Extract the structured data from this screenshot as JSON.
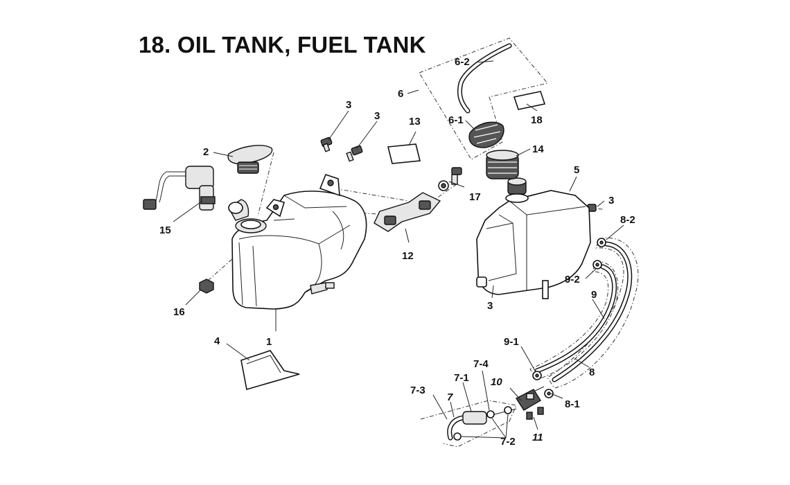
{
  "title": "18. OIL TANK, FUEL TANK",
  "callouts": {
    "c1": "1",
    "c2": "2",
    "c3a": "3",
    "c3b": "3",
    "c3c": "3",
    "c3d": "3",
    "c4": "4",
    "c5": "5",
    "c6": "6",
    "c6_1": "6-1",
    "c6_2": "6-2",
    "c7": "7",
    "c7_1": "7-1",
    "c7_2": "7-2",
    "c7_3": "7-3",
    "c7_4": "7-4",
    "c8": "8",
    "c8_1": "8-1",
    "c8_2": "8-2",
    "c9": "9",
    "c9_1": "9-1",
    "c9_2": "9-2",
    "c10": "10",
    "c11": "11",
    "c12": "12",
    "c13": "13",
    "c14": "14",
    "c15": "15",
    "c16": "16",
    "c17": "17",
    "c18": "18"
  }
}
